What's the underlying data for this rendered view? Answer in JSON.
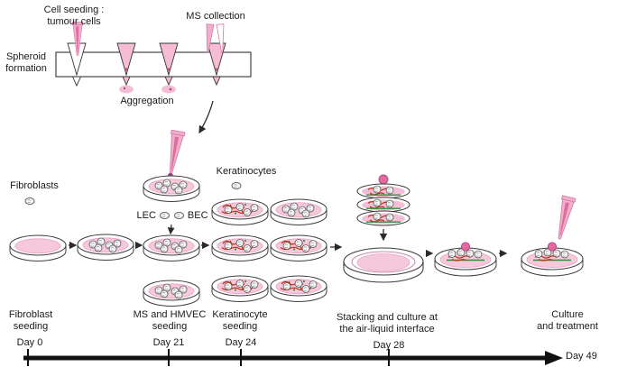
{
  "colors": {
    "pink_light": "#f6c8dc",
    "pink_mid": "#f2aecb",
    "pink_deep": "#e06c9f",
    "vessel_red": "#c03010",
    "green": "#2f8f3f",
    "ink": "#1a1a1a"
  },
  "top_schematic": {
    "cell_seeding_label": "Cell seeding :\ntumour cells",
    "ms_collection_label": "MS collection",
    "spheroid_formation_label": "Spheroid\nformation",
    "aggregation_label": "Aggregation"
  },
  "culture_row": {
    "fibroblasts_label": "Fibroblasts",
    "lec_label": "LEC",
    "bec_label": "BEC",
    "keratinocytes_label": "Keratinocytes"
  },
  "timeline": {
    "steps": [
      {
        "label": "Fibroblast\nseeding",
        "day": "Day 0"
      },
      {
        "label": "MS and HMVEC\nseeding",
        "day": "Day 21"
      },
      {
        "label": "Keratinocyte\nseeding",
        "day": "Day 24"
      },
      {
        "label": "Stacking and culture at\nthe air-liquid interface",
        "day": "Day 28"
      },
      {
        "label": "Culture\nand treatment",
        "day": "Day 49"
      }
    ]
  }
}
